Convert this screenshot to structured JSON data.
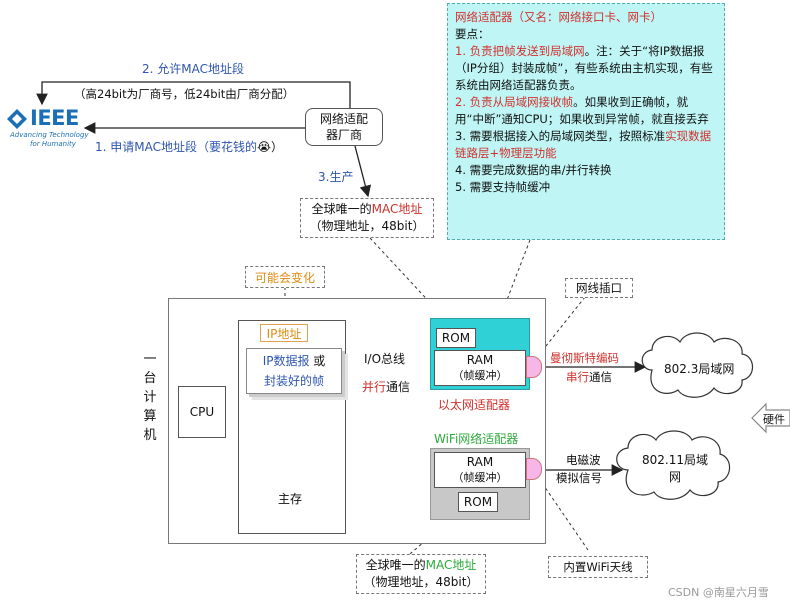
{
  "ieee": {
    "logo_text": "IEEE",
    "tagline_line1": "Advancing Technology",
    "tagline_line2": "for Humanity"
  },
  "manufacturer": {
    "line1": "网络适配",
    "line2": "器厂商"
  },
  "arrow_labels": {
    "step2_line1": "2. 允许MAC地址段",
    "step2_line2": "（高24bit为厂商号，低24bit由厂商分配）",
    "step1": "1. 申请MAC地址段（要花钱的",
    "step1_emoji": "😭",
    "step1_close": "）",
    "step3": "3.生产"
  },
  "mac_top": {
    "prefix": "全球唯一的",
    "highlight": "MAC地址",
    "line2": "（物理地址，48bit）"
  },
  "mac_bottom": {
    "prefix": "全球唯一的",
    "highlight": "MAC地址",
    "line2": "（物理地址，48bit）"
  },
  "note": {
    "title_red": "网络适配器",
    "title_rest": "（又名：网络接口卡、网卡）",
    "subtitle": "要点：",
    "p1_red": "1. 负责把帧发送到局域网",
    "p1_rest": "。注：关于“将IP数据报（IP分组）封装成帧”，有些系统由主机实现，有些系统由网络适配器负责。",
    "p2_red": "2. 负责从局域网接收帧",
    "p2_rest": "。如果收到正确帧，就用“中断”通知CPU；如果收到异常帧，就直接丢弃",
    "p3_plain": "3. 需要根据接入的局域网类型，按照标准",
    "p3_red": "实现数据链路层+物理层功能",
    "p4": "4. 需要完成数据的串/并行转换",
    "p5": "5. 需要支持帧缓冲"
  },
  "may_change": "可能会变化",
  "computer_label": "一台计算机",
  "cpu": "CPU",
  "memory": {
    "ip_label": "IP地址",
    "data_blue": "IP数据报",
    "data_or": " 或",
    "data_line2": "封装好的帧",
    "main_memory": "主存"
  },
  "io": {
    "bus": "I/O总线",
    "parallel_red": "并行",
    "parallel_rest": "通信"
  },
  "ethernet": {
    "rom": "ROM",
    "ram": "RAM",
    "ram_sub": "（帧缓冲）",
    "label": "以太网适配器"
  },
  "wifi": {
    "label": "WiFi网络适配器",
    "ram": "RAM",
    "ram_sub": "（帧缓冲）",
    "rom": "ROM"
  },
  "cable_port": "网线插口",
  "manchester": {
    "line1": "曼彻斯特编码",
    "serial_red": "串行",
    "serial_rest": "通信"
  },
  "lan_8023": "802.3局域网",
  "wireless": {
    "line1": "电磁波",
    "line2": "模拟信号"
  },
  "lan_80211": {
    "line1": "802.11局域",
    "line2": "网"
  },
  "hardware": "硬件",
  "antenna": "内置WiFi天线",
  "watermark": "CSDN @南星六月雪",
  "colors": {
    "note_bg": "#bff5f5",
    "ethernet_rom_bg": "#2fd0d6",
    "wifi_bg": "#c8c8c8",
    "port_pink": "#f7b6e8",
    "red": "#d0312d",
    "blue": "#2f56b0",
    "green": "#2daa3c",
    "orange": "#e08a12"
  }
}
